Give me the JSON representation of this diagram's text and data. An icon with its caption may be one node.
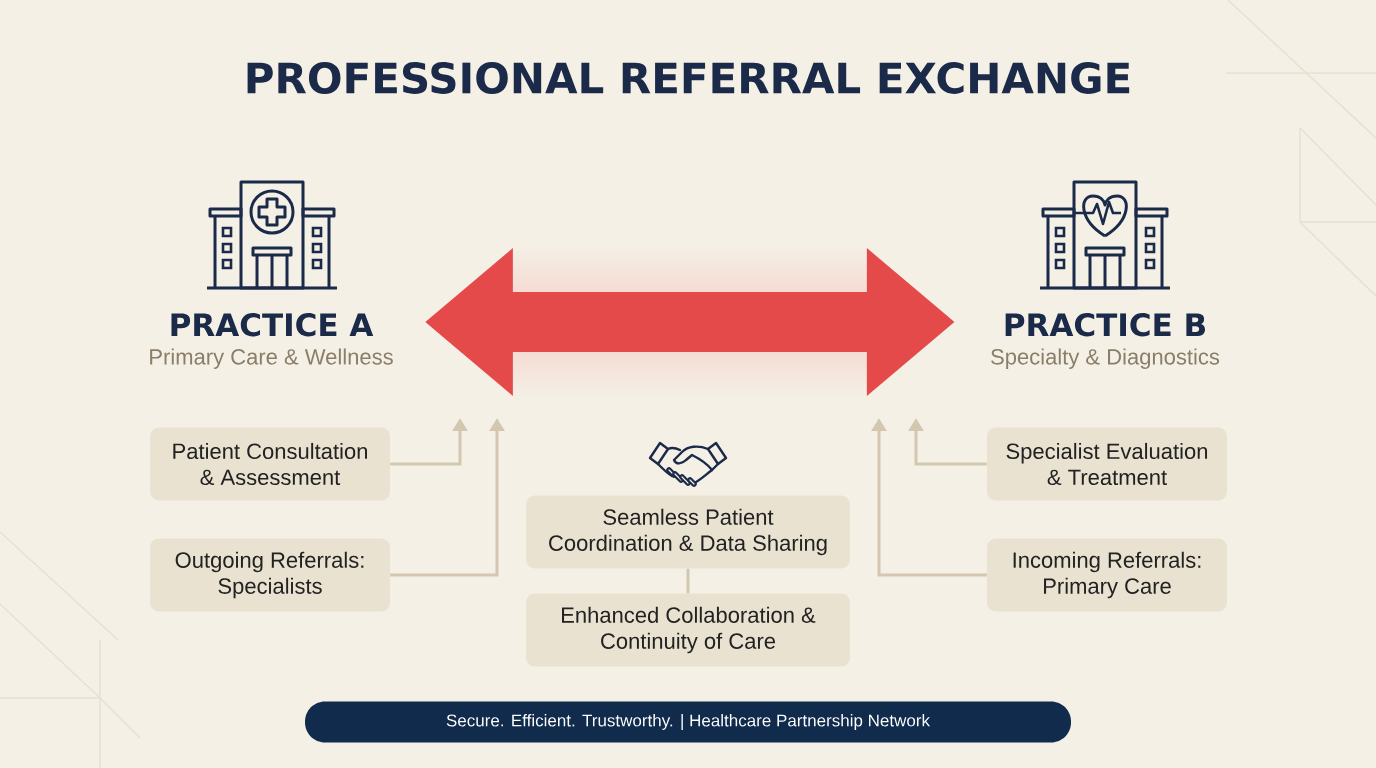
{
  "diagram": {
    "title": "PROFESSIONAL REFERRAL EXCHANGE",
    "nodes": [
      {
        "text": [
          "PRACTICE A",
          "Primary Care & Wellness"
        ]
      },
      {
        "text": [
          "PRACTICE B",
          "Specialty & Diagnostics"
        ]
      },
      {
        "text": [
          "Patient Consultation & Assessment"
        ]
      },
      {
        "text": [
          "Outgoing Referrals: Specialists"
        ]
      },
      {
        "text": [
          "Specialist Evaluation & Treatment"
        ]
      },
      {
        "text": [
          "Incoming Referrals: Primary Care"
        ]
      },
      {
        "text": [
          "Seamless Patient Coordination & Data Sharing"
        ]
      },
      {
        "text": [
          "Enhanced Collaboration & Continuity of Care"
        ]
      },
      {
        "text": [
          "Secure. Efficient. Trustworthy. | Healthcare Partnership Network"
        ]
      }
    ],
    "edges": [
      {
        "from": 0,
        "to": 1,
        "arrow": "both",
        "style": "thick",
        "color": "#e44a4a"
      },
      {
        "from": 2,
        "to": null,
        "arrow": "to"
      },
      {
        "from": 3,
        "to": null,
        "arrow": "to"
      },
      {
        "from": 4,
        "to": null,
        "arrow": "to"
      },
      {
        "from": 5,
        "to": null,
        "arrow": "to"
      },
      {
        "from": 6,
        "to": 7,
        "arrow": "none"
      }
    ]
  }
}
